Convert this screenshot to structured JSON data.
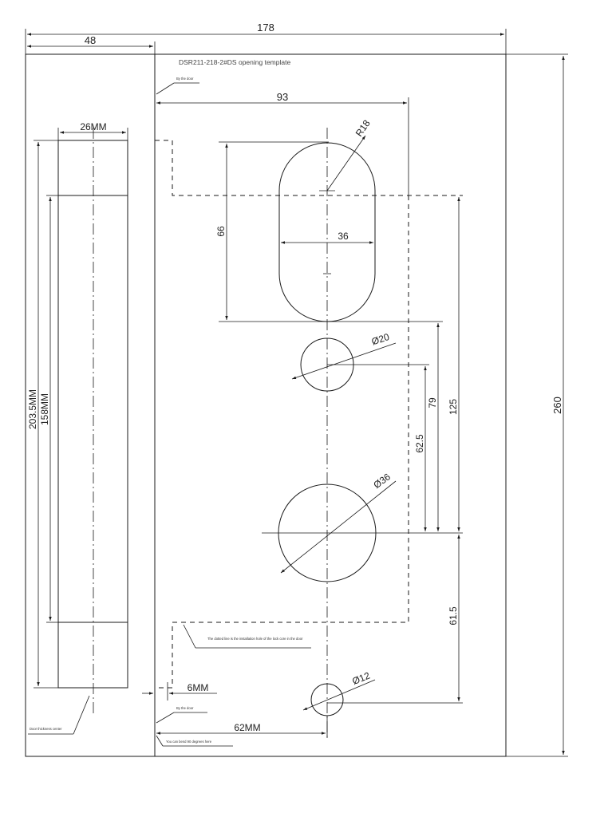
{
  "title": "DSR211-218-2#DS opening template",
  "notes": {
    "by_the_door_top": "By the door",
    "by_the_door_bottom": "By the door",
    "dotted_line": "The dotted line is the installation hole of the lock core in the door",
    "bend": "You can bend 90 degrees here",
    "door_thickness": "Door thickness center"
  },
  "dimensions": {
    "overall_width": "178",
    "left_panel_width": "48",
    "overall_height": "260",
    "offset_93": "93",
    "handle_width": "26MM",
    "handle_length": "203.5MM",
    "handle_slot": "158MM",
    "slot_radius": "R18",
    "slot_length": "66",
    "slot_width": "36",
    "hole_20": "Ø20",
    "hole_36": "Ø36",
    "hole_12": "Ø12",
    "d_79": "79",
    "d_125": "125",
    "d_62_5": "62.5",
    "d_61_5": "61.5",
    "edge_6": "6MM",
    "edge_62": "62MM"
  }
}
